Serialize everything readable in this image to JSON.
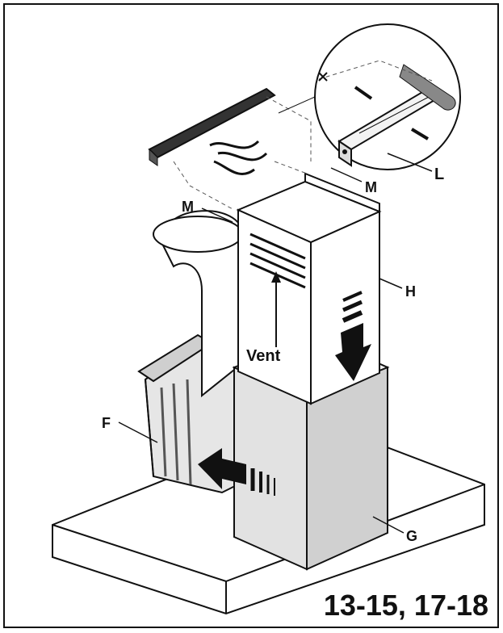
{
  "labels": {
    "l": "L",
    "m_top": "M",
    "m_left": "M",
    "h": "H",
    "vent": "Vent",
    "f": "F",
    "g": "G"
  },
  "steps": "13-15, 17-18",
  "colors": {
    "ink": "#111111",
    "paper": "#ffffff",
    "shade": "#d9d9d9",
    "shade_dark": "#b5b5b5"
  }
}
